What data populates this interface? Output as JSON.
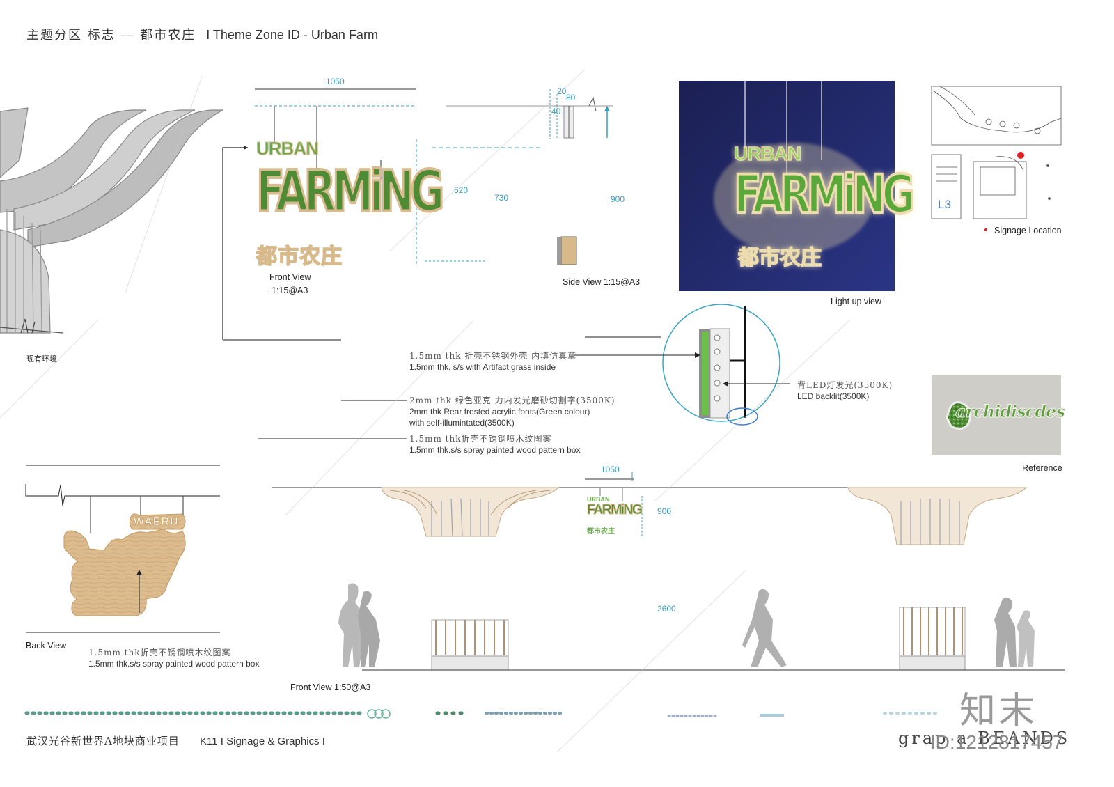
{
  "header": {
    "title_cn": "主题分区 标志 — 都市农庄",
    "title_en": "I Theme Zone ID - Urban Farm"
  },
  "sign": {
    "line1": "URBAN",
    "line2": "FARMiNG",
    "line3": "都市农庄",
    "back_text": "WAERU"
  },
  "views": {
    "existing_env": "现有环境",
    "front_view": "Front View",
    "front_scale": "1:15@A3",
    "side_view": "Side View 1:15@A3",
    "light_up": "Light up view",
    "back_view": "Back View",
    "front_view_50": "Front View 1:50@A3",
    "signage_location": "Signage Location",
    "reference": "Reference",
    "reference_word": "archidiscdes",
    "floor_label": "L3"
  },
  "dimensions": {
    "front_width": "1050",
    "side_a": "20",
    "side_b": "80",
    "side_c": "40",
    "h520": "520",
    "h730": "730",
    "h900": "900",
    "elev_width": "1050",
    "elev_h": "900",
    "span": "2600"
  },
  "notes": {
    "n1_cn": "1.5mm thk 折壳不锈钢外壳 内填仿真草",
    "n1_en": "1.5mm thk. s/s with Artifact grass inside",
    "n2_cn": "2mm thk 绿色亚克 力内发光磨砂切割字(3500K)",
    "n2_en": "2mm thk Rear frosted acrylic fonts(Green colour)",
    "n2_en2": "with self-illumintated(3500K)",
    "n3_cn": "1.5mm thk折壳不锈钢喷木纹图案",
    "n3_en": "1.5mm thk.s/s spray painted wood pattern  box",
    "led_cn": "背LED灯发光(3500K)",
    "led_en": "LED backlit(3500K)",
    "back_cn": "1.5mm thk折壳不锈钢喷木纹图案",
    "back_en": "1.5mm thk.s/s spray painted wood pattern  box"
  },
  "footer": {
    "project_cn": "武汉光谷新世界A地块商业项目",
    "project_en": "K11 I Signage & Graphics I",
    "brand": "grap   a   BEANDS",
    "id": "ID:1212817457",
    "logo": "知末"
  },
  "colors": {
    "dim_blue": "#3a9fc0",
    "grass_green": "#6aa84f",
    "wood": "#d9b98a",
    "night_bg": "#1f2560"
  }
}
